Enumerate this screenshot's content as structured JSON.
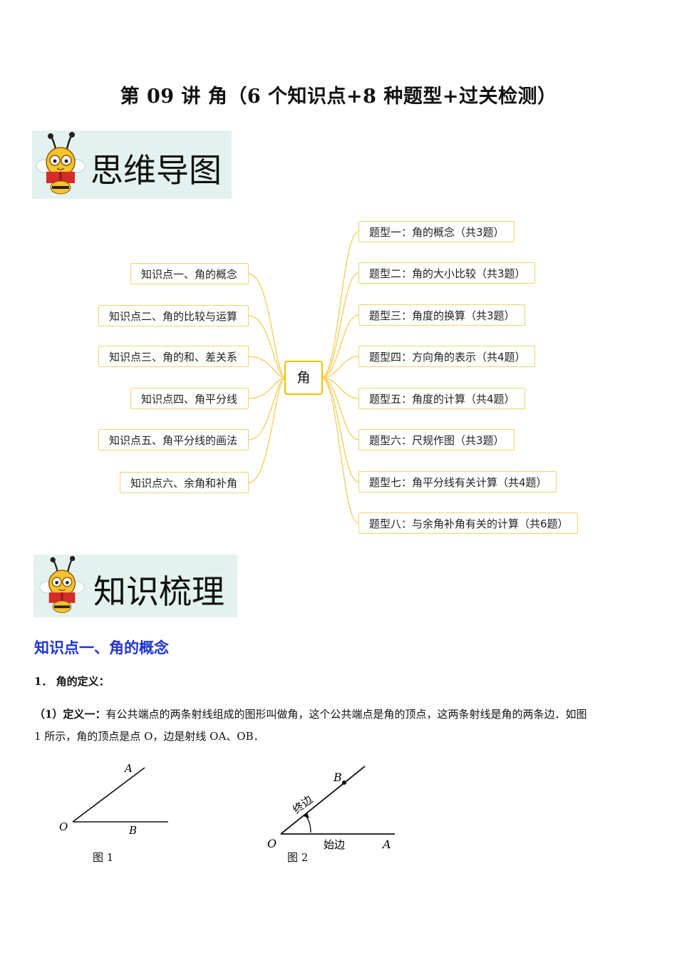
{
  "page": {
    "title": "第 09 讲  角（6 个知识点+8 种题型+过关检测）"
  },
  "banners": {
    "mindmap_label": "思维导图",
    "knowledge_label": "知识梳理"
  },
  "mindmap": {
    "center": "角",
    "left_nodes": [
      "知识点一、角的概念",
      "知识点二、角的比较与运算",
      "知识点三、角的和、差关系",
      "知识点四、角平分线",
      "知识点五、角平分线的画法",
      "知识点六、余角和补角"
    ],
    "right_nodes": [
      "题型一：角的概念（共3题）",
      "题型二：角的大小比较（共3题）",
      "题型三：角度的换算（共3题）",
      "题型四：方向角的表示（共4题）",
      "题型五：角度的计算（共4题）",
      "题型六：尺规作图（共3题）",
      "题型七：角平分线有关计算（共4题）",
      "题型八：与余角补角有关的计算（共6题）"
    ],
    "colors": {
      "line": "#f3d36a",
      "center_border": "#f2c200"
    }
  },
  "content": {
    "section_heading": "知识点一、角的概念",
    "item1": "1．  角的定义：",
    "def1_label": "（1）定义一：",
    "def1_line1": "有公共端点的两条射线组成的图形叫做角，这个公共端点是角的顶点，这两条射线是角的两条边．如图",
    "def1_line2": "1 所示，角的顶点是点 O，边是射线 OA、OB．"
  },
  "figures": {
    "fig1": {
      "caption": "图 1",
      "vertex": "O",
      "ray_a": "A",
      "ray_b": "B"
    },
    "fig2": {
      "caption": "图 2",
      "vertex": "O",
      "point_b": "B",
      "point_a": "A",
      "terminal_side": "终边",
      "initial_side": "始边"
    }
  }
}
